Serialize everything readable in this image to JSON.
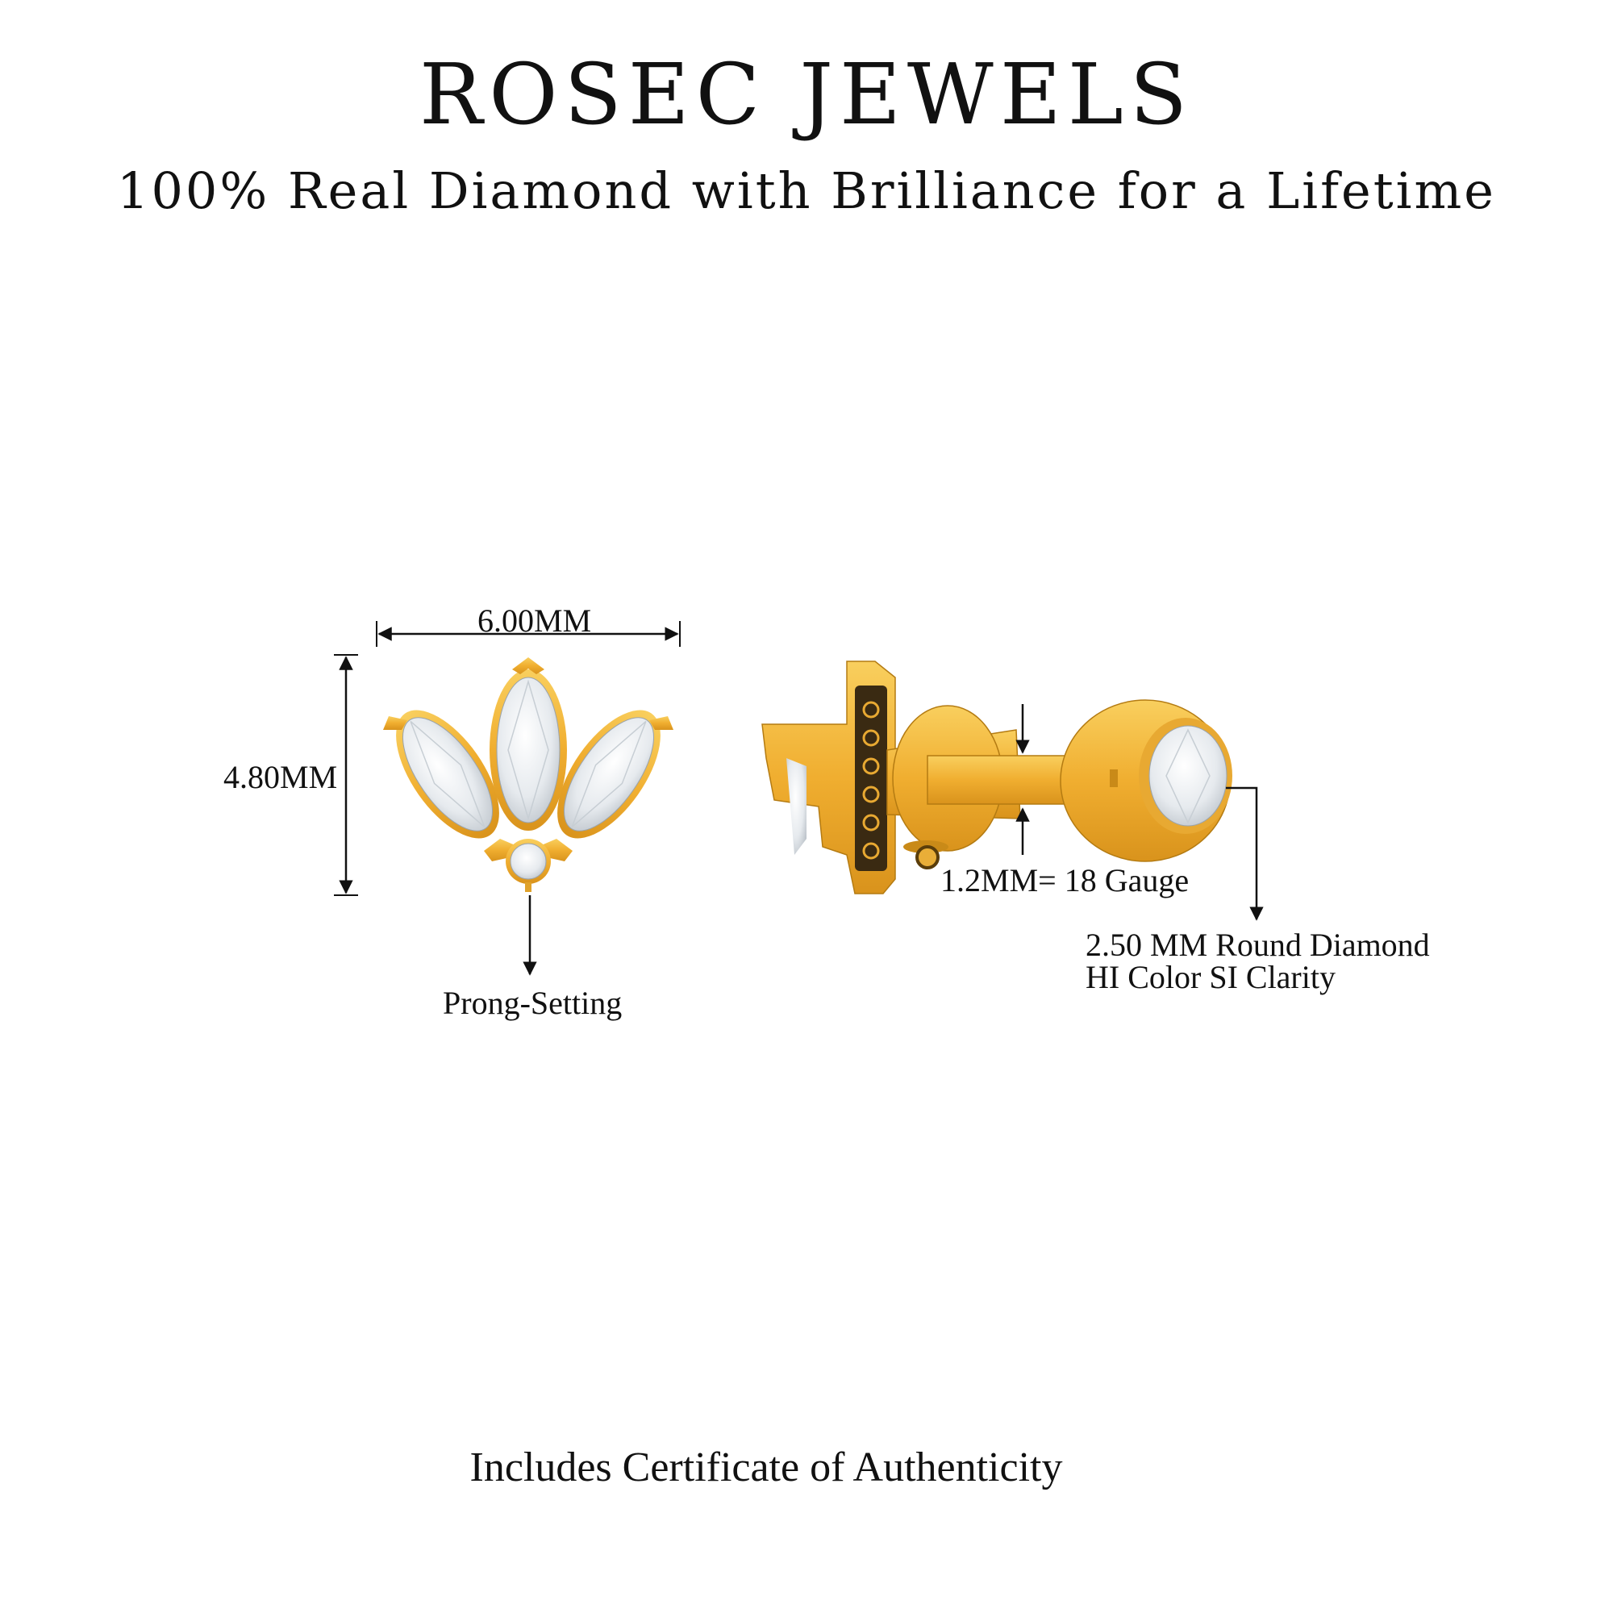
{
  "header": {
    "brand": "ROSEC JEWELS",
    "tagline": "100% Real Diamond with Brilliance for a Lifetime"
  },
  "front_view": {
    "width_label": "6.00MM",
    "height_label": "4.80MM",
    "setting_label": "Prong-Setting"
  },
  "side_view": {
    "gauge_label": "1.2MM= 18 Gauge",
    "diamond_line1": "2.50 MM Round Diamond",
    "diamond_line2": "HI Color SI Clarity"
  },
  "footer": {
    "certificate": "Includes Certificate of Authenticity"
  },
  "colors": {
    "gold": "#F2B43A",
    "gold_dark": "#C98A18",
    "diamond": "#EEF1F4",
    "text": "#111111"
  }
}
